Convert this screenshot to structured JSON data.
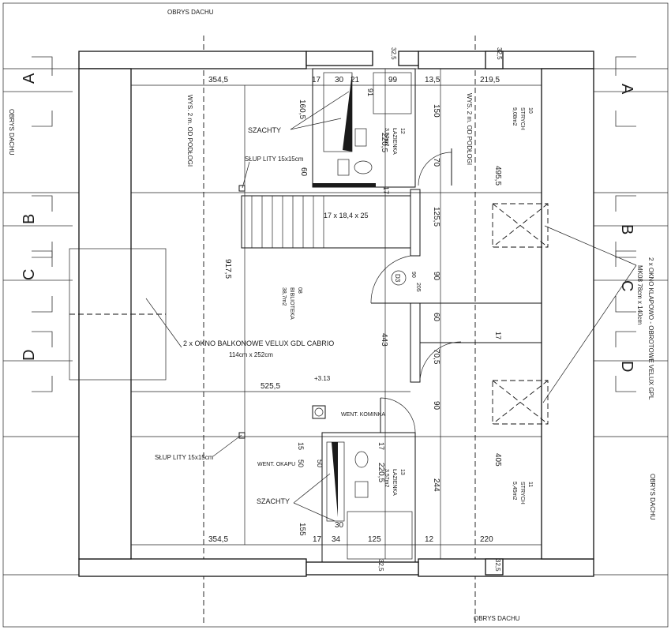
{
  "roof_outline": {
    "top": "OBRYS DACHU",
    "left": "OBRYS DACHU",
    "right": "OBRYS DACHU",
    "bottom": "OBRYS DACHU"
  },
  "sections": {
    "a": "A",
    "b": "B",
    "c": "C",
    "d": "D"
  },
  "height_note_left": "WYS. 2 m. OD PODŁOGI",
  "height_note_right": "WYS. 2 m. OD PODŁOGI",
  "labels": {
    "shafts_top": "SZACHTY",
    "shafts_bottom": "SZACHTY",
    "column_top": "SŁUP LITY 15x15cm",
    "column_bottom": "SŁUP LITY 15x15cm",
    "stairs": "17 x 18,4 x 25",
    "balcony_window": "2 x OKNO BALKONOWE VELUX GDL CABRIO",
    "balcony_window_size": "114cm x 252cm",
    "roof_window": "2 x OKNO KLAPOWO - OBROTOWE VELUX GPL",
    "roof_window_size": "MK08  78cm x 140cm",
    "vent_chimney": "WENT. KOMINKA",
    "vent_shaft": "WENT. OKAPU",
    "level": "+3.13",
    "door": "D3",
    "door_size_a": "90",
    "door_size_b": "205"
  },
  "rooms": {
    "library": {
      "num": "08",
      "name": "BIBLIOTEKA",
      "area": "38,7m2"
    },
    "bath_top": {
      "num": "12",
      "name": "ŁAZIENKA",
      "area": "3,57m2"
    },
    "bath_bottom": {
      "num": "13",
      "name": "ŁAZIENKA",
      "area": "3,57m2"
    },
    "attic_top": {
      "num": "10",
      "name": "STRYCH",
      "area": "9,08m2"
    },
    "attic_bottom": {
      "num": "11",
      "name": "STRYCH",
      "area": "5,45m2"
    }
  },
  "dims": {
    "d1": "354,5",
    "d2": "17",
    "d3": "30",
    "d4": "21",
    "d5": "99",
    "d6": "13,5",
    "d7": "219,5",
    "d8": "32,5",
    "d9": "32,5",
    "d10": "160,5",
    "d11": "91",
    "d12": "150",
    "d13": "220,5",
    "d14": "70",
    "d15": "60",
    "d16": "17",
    "d17": "495,5",
    "d18": "125,5",
    "d19": "917,5",
    "d20": "90",
    "d21": "60",
    "d22": "17",
    "d23": "443",
    "d24": "70,5",
    "d25": "525,5",
    "d26": "90",
    "d27": "17",
    "d28": "15",
    "d29": "50",
    "d30": "50",
    "d31": "220,5",
    "d32": "405",
    "d33": "244",
    "d34": "155",
    "d35": "30",
    "d36": "354,5",
    "d37": "17",
    "d38": "34",
    "d39": "125",
    "d40": "12",
    "d41": "220",
    "d42": "32,5",
    "d43": "32,5"
  }
}
